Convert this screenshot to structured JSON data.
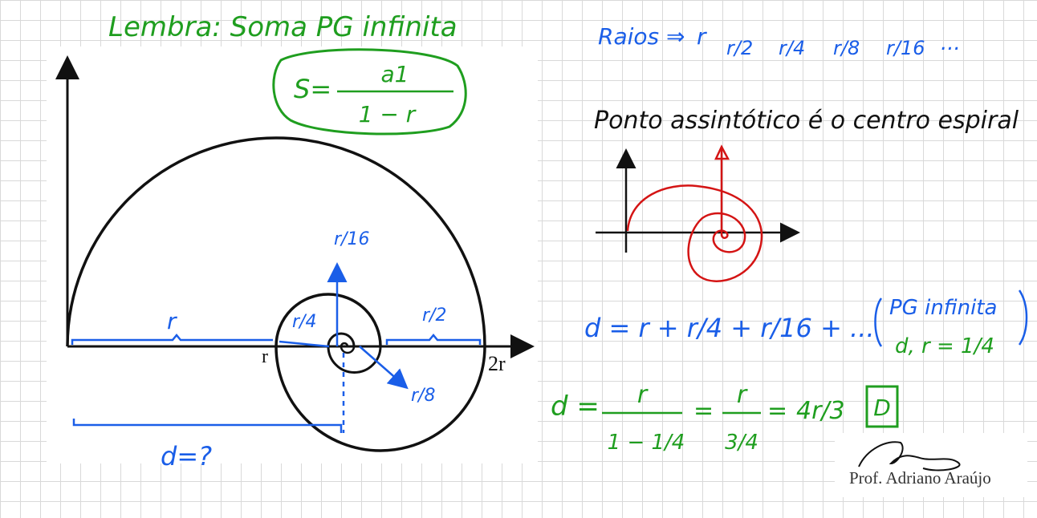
{
  "colors": {
    "green": "#1f9e1f",
    "blue": "#1a5ee8",
    "red": "#d41414",
    "black": "#111111"
  },
  "reminder": {
    "title": "Lembra: Soma PG infinita",
    "formula_lhs": "S=",
    "formula_num": "a1",
    "formula_den": "1 − r"
  },
  "radii": {
    "label": "Raios ⇒",
    "terms": [
      "r",
      "r/2",
      "r/4",
      "r/8",
      "r/16"
    ],
    "ellipsis": "..."
  },
  "asymptotic_note": "Ponto assintótico é o centro espiral",
  "main_figure": {
    "label_r_axis": "r",
    "label_2r_axis": "2r",
    "label_r_top": "r",
    "label_r2": "r/2",
    "label_r4": "r/4",
    "label_r8": "r/8",
    "label_r16": "r/16",
    "label_d": "d=?"
  },
  "sum_equation": {
    "lhs": "d = r + r/4 + r/16 + ...",
    "note_1": "PG infinita",
    "note_2": "d, r = 1/4"
  },
  "result_equation": {
    "d": "d =",
    "frac1_num": "r",
    "frac1_den": "1 − 1/4",
    "frac2_num": "r",
    "frac2_den": "3/4",
    "result": "4r/3",
    "answer": "D"
  },
  "author": "Prof. Adriano Araújo"
}
